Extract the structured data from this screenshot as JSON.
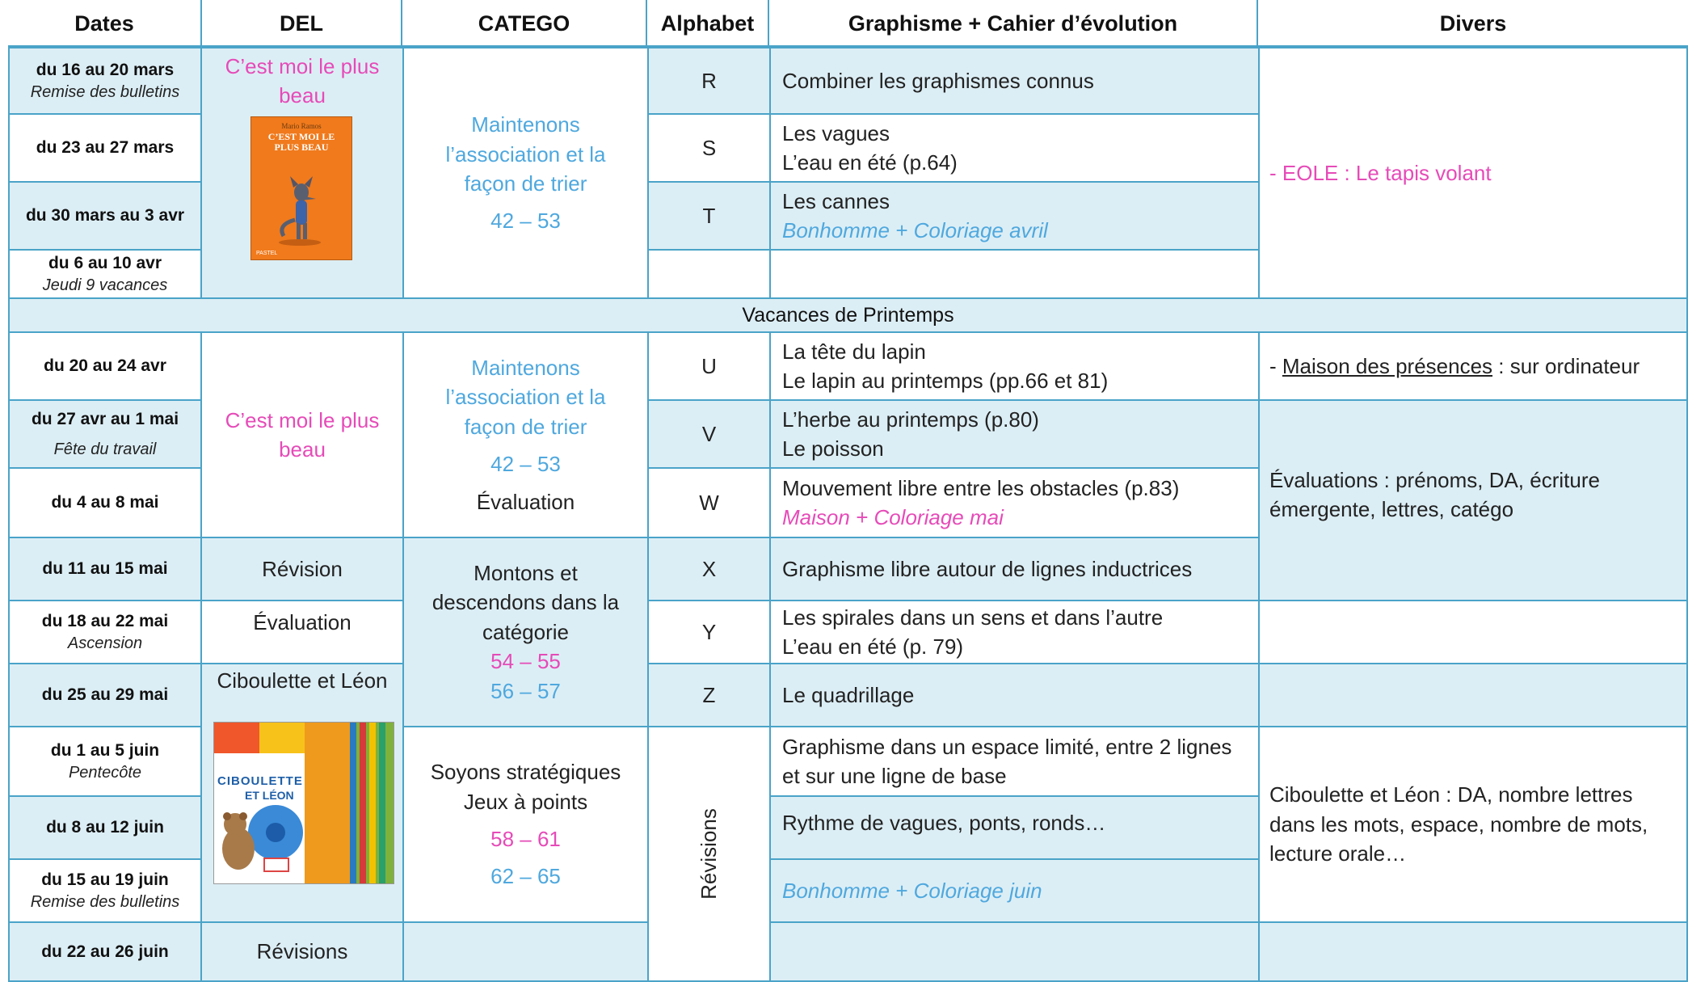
{
  "headers": {
    "dates": "Dates",
    "del": "DEL",
    "catego": "CATEGO",
    "alphabet": "Alphabet",
    "graphisme": "Graphisme + Cahier d’évolution",
    "divers": "Divers"
  },
  "weeks": [
    {
      "date": "du 16 au 20 mars",
      "note": "Remise des bulletins"
    },
    {
      "date": "du 23 au 27 mars",
      "note": ""
    },
    {
      "date": "du 30 mars au 3 avr",
      "note": ""
    },
    {
      "date": "du 6 au 10 avr",
      "note": "Jeudi 9 vacances"
    },
    {
      "date": "du 20 au 24 avr",
      "note": ""
    },
    {
      "date": "du 27 avr au 1 mai",
      "note": "Fête du travail"
    },
    {
      "date": "du 4 au 8 mai",
      "note": ""
    },
    {
      "date": "du 11 au 15 mai",
      "note": ""
    },
    {
      "date": "du 18 au 22 mai",
      "note": "Ascension"
    },
    {
      "date": "du 25 au 29 mai",
      "note": ""
    },
    {
      "date": "du 1 au 5 juin",
      "note": "Pentecôte"
    },
    {
      "date": "du 8 au 12 juin",
      "note": ""
    },
    {
      "date": "du 15 au 19 juin",
      "note": "Remise des bulletins"
    },
    {
      "date": "du 22 au 26 juin",
      "note": ""
    }
  ],
  "vacation_label": "Vacances de Printemps",
  "del": {
    "b1": "C’est moi le plus beau",
    "b2": "C’est moi le plus beau",
    "revision": "Révision",
    "evaluation": "Évaluation",
    "ciboulette": "Ciboulette et Léon",
    "revisions": "Révisions"
  },
  "catego": {
    "b1_text": "Maintenons l’association et la façon de trier",
    "b1_pages": "42 – 53",
    "b2_text": "Maintenons l’association et la façon de trier",
    "b2_pages": "42 – 53",
    "b2_eval": "Évaluation",
    "b3_text": "Montons et descendons dans la catégorie",
    "b3_pages1": "54 – 55",
    "b3_pages2": "56 – 57",
    "b4_text": "Soyons stratégiques Jeux à points",
    "b4_pages1": "58 – 61",
    "b4_pages2": "62 – 65"
  },
  "alphabet": {
    "r": "R",
    "s": "S",
    "t": "T",
    "u": "U",
    "v": "V",
    "w": "W",
    "x": "X",
    "y": "Y",
    "z": "Z",
    "revisions": "Révisions"
  },
  "graphisme": {
    "r": "Combiner les graphismes connus",
    "s1": "Les vagues",
    "s2": "L’eau en été (p.64)",
    "t1": "Les cannes",
    "t2": "Bonhomme + Coloriage avril",
    "u1": "La tête du lapin",
    "u2": "Le lapin au printemps (pp.66 et 81)",
    "v1": "L’herbe au printemps (p.80)",
    "v2": "Le poisson",
    "w1": "Mouvement libre entre les obstacles (p.83)",
    "w2": "Maison + Coloriage mai",
    "x": "Graphisme libre autour de lignes inductrices",
    "y1": "Les spirales dans un sens et dans l’autre",
    "y2": "L’eau en été (p. 79)",
    "z": "Le quadrillage",
    "j1": "Graphisme dans un espace limité, entre 2 lignes et sur une ligne de base",
    "j2": "Rythme de vagues, ponts, ronds…",
    "j3": "Bonhomme + Coloriage juin"
  },
  "divers": {
    "d1": "- EOLE : Le tapis volant",
    "d2_link": "Maison des présences",
    "d2_rest": " : sur ordinateur",
    "d2_prefix": "- ",
    "d3": "Évaluations : prénoms, DA, écriture émergente, lettres, catégo",
    "d4": "Ciboulette et Léon : DA, nombre lettres dans les mots, espace, nombre de mots, lecture orale…"
  },
  "book1": {
    "author": "Mario Ramos",
    "title": "C’EST MOI LE PLUS BEAU",
    "publisher": "PASTEL"
  },
  "book2": {
    "title_top": "CIBOULETTE",
    "title_bottom": "ET LÉON"
  },
  "colors": {
    "grid": "#4aa3c8",
    "shade": "#dceef5",
    "pink": "#e64bb8",
    "blue": "#4fa8de"
  }
}
